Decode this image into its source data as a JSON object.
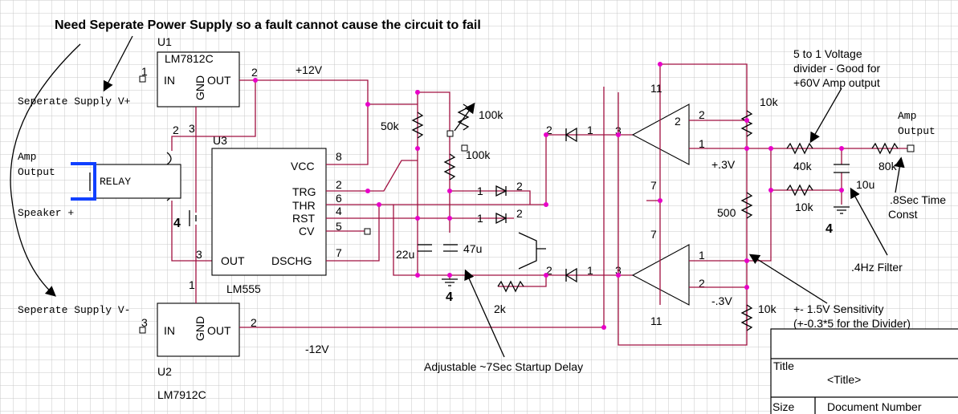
{
  "labels": {
    "heading": "Need Seperate Power Supply so a fault cannot cause the circuit to fail",
    "u1": "U1",
    "u1_part": "LM7812C",
    "u2": "U2",
    "u2_part": "LM7912C",
    "u3": "U3",
    "u3_part": "LM555",
    "reg_in": "IN",
    "reg_gnd": "GND",
    "reg_out": "OUT",
    "plus12": "+12V",
    "minus12": "-12V",
    "supply_pos": "Seperate Supply V+",
    "supply_neg": "Seperate Supply V-",
    "amp_output_left_1": "Amp",
    "amp_output_left_2": "Output",
    "speaker": "Speaker +",
    "relay": "RELAY",
    "pin_vcc": "VCC",
    "pin_trg": "TRG",
    "pin_thr": "THR",
    "pin_rst": "RST",
    "pin_cv": "CV",
    "pin_out": "OUT",
    "pin_dschg": "DSCHG",
    "r50k": "50k",
    "r100k_pot": "100k",
    "r100k": "100k",
    "c22u": "22u",
    "c47u": "47u",
    "r2k": "2k",
    "four": "4",
    "startup_delay": "Adjustable ~7Sec Startup Delay",
    "divider_1": "5 to 1 Voltage",
    "divider_2": "divider - Good for",
    "divider_3": "+60V Amp output",
    "r10k": "10k",
    "r40k": "40k",
    "r80k": "80k",
    "r500": "500",
    "c10u": "10u",
    "plus03": "+.3V",
    "minus03": "-.3V",
    "amp_output_right_1": "Amp",
    "amp_output_right_2": "Output",
    "time_const_1": ".8Sec Time",
    "time_const_2": "Const",
    "filter": ".4Hz Filter",
    "sensitivity_1": "+- 1.5V Sensitivity",
    "sensitivity_2": "(+-0.3*5 for the Divider)",
    "title_label": "Title",
    "title_value": "<Title>",
    "size_label": "Size",
    "docnum_label": "Document Number"
  },
  "pins": {
    "p1": "1",
    "p2": "2",
    "p3": "3",
    "p4": "4",
    "p5": "5",
    "p6": "6",
    "p7": "7",
    "p8": "8",
    "p11": "11"
  },
  "colors": {
    "wire": "#a01040",
    "junction": "#e800c8",
    "grid": "#c8c8c8",
    "bus": "#1040ff"
  }
}
